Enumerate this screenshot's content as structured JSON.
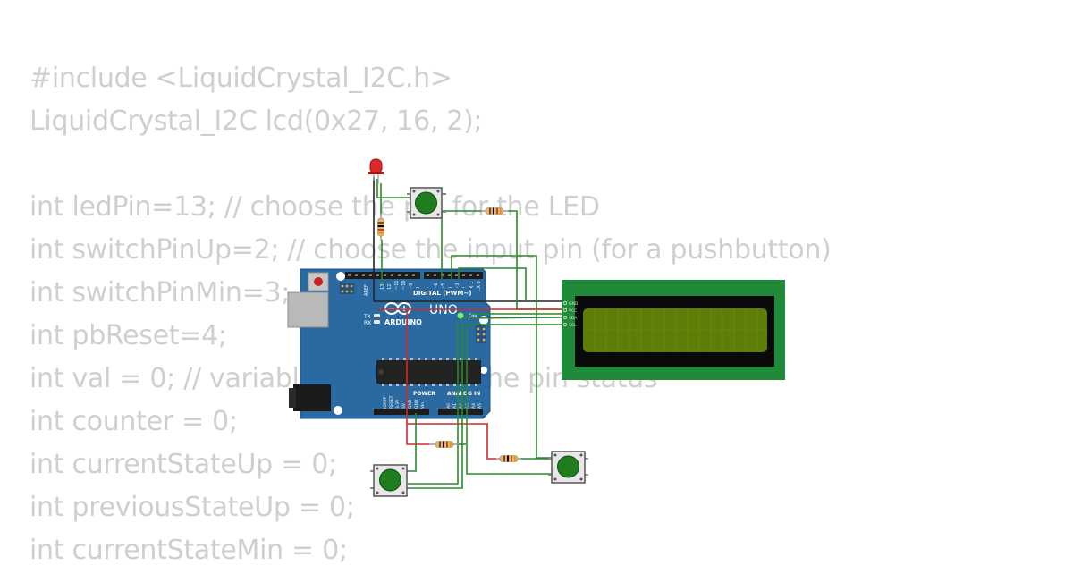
{
  "code_lines": [
    "#include <LiquidCrystal_I2C.h>",
    "LiquidCrystal_I2C lcd(0x27, 16, 2);",
    "",
    "int ledPin=13; // choose the pin for the LED",
    "int switchPinUp=2; // choose the input pin (for a pushbutton)",
    "int switchPinMin=3;",
    "int pbReset=4;",
    "int val = 0; // variable for reading the pin status",
    "int counter = 0;",
    "int currentStateUp = 0;",
    "int previousStateUp = 0;",
    "int currentStateMin = 0;"
  ],
  "board": {
    "brand": "ARDUINO",
    "model": "UNO",
    "digital_header": "DIGITAL (PWM~)",
    "power_header": "POWER",
    "analog_header": "ANALOG IN",
    "on_label": "ON",
    "tx_label": "TX",
    "rx_label": "RX",
    "aref_label": "AREF",
    "digital_pins": [
      "13",
      "12",
      "~11",
      "~10",
      "~9",
      "8",
      "7",
      "~6",
      "~5",
      "4",
      "~3",
      "2",
      "TX 1",
      "RX 0"
    ],
    "power_pins": [
      "IOREF",
      "RESET",
      "3.3V",
      "5V",
      "GND",
      "GND",
      "Vin"
    ],
    "analog_pins": [
      "A0",
      "A1",
      "A2",
      "A3",
      "A4",
      "A5"
    ]
  },
  "lcd": {
    "pins": [
      "GND",
      "VCC",
      "SDA",
      "SCL"
    ]
  },
  "colors": {
    "board": "#2b6aa0",
    "lcd_pcb": "#1e8a3a",
    "lcd_screen": "#5e7d07",
    "wire_green": "#2a8a2a",
    "wire_red": "#d8262b",
    "wire_black": "#222222",
    "button_cap": "#1f7d1f",
    "code_text": "#cfcfcf"
  }
}
